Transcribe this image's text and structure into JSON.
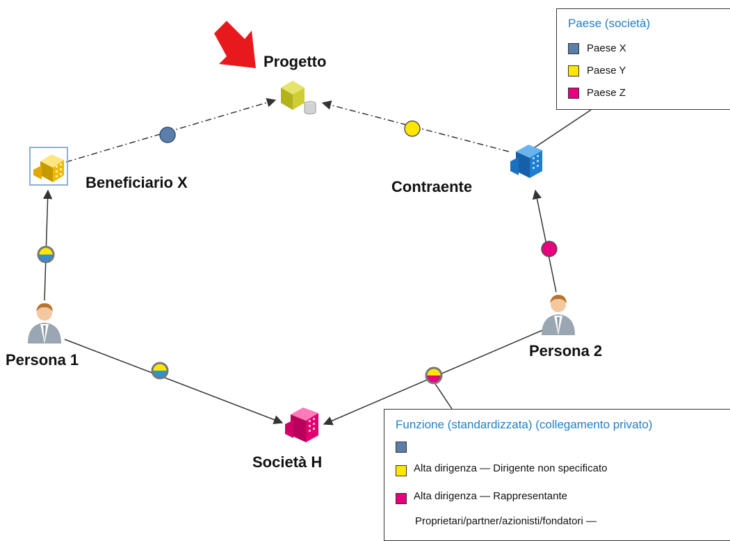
{
  "colors": {
    "blue": "#5b7faa",
    "yellow": "#ffe600",
    "magenta": "#e6007e",
    "legend_title": "#1f7fc6",
    "arrow": "#333333",
    "red_marker": "#e8191c"
  },
  "nodes": {
    "progetto": {
      "label": "Progetto",
      "icon": "project-cube-icon"
    },
    "beneficiario": {
      "label": "Beneficiario X",
      "icon": "company-building-icon"
    },
    "contraente": {
      "label": "Contraente",
      "icon": "company-building-icon"
    },
    "persona1": {
      "label": "Persona 1",
      "icon": "person-icon"
    },
    "persona2": {
      "label": "Persona 2",
      "icon": "person-icon"
    },
    "societa_h": {
      "label": "Società H",
      "icon": "company-building-icon"
    }
  },
  "links": [
    {
      "from": "Beneficiario X",
      "to": "Progetto",
      "style": "dash-dot",
      "marker": "blue"
    },
    {
      "from": "Contraente",
      "to": "Progetto",
      "style": "dash-dot",
      "marker": "yellow"
    },
    {
      "from": "Persona 1",
      "to": "Beneficiario X",
      "style": "solid",
      "marker": "yellow-blue"
    },
    {
      "from": "Persona 2",
      "to": "Contraente",
      "style": "solid",
      "marker": "magenta"
    },
    {
      "from": "Persona 1",
      "to": "Società H",
      "style": "solid",
      "marker": "yellow-blue"
    },
    {
      "from": "Persona 2",
      "to": "Società H",
      "style": "solid",
      "marker": "magenta-yellow"
    }
  ],
  "legend_country": {
    "title": "Paese (società)",
    "items": [
      {
        "label": "Paese X",
        "color": "#5b7faa"
      },
      {
        "label": "Paese Y",
        "color": "#ffe600"
      },
      {
        "label": "Paese Z",
        "color": "#e6007e"
      }
    ]
  },
  "legend_function": {
    "title": "Funzione (standardizzata) (collegamento privato)",
    "items": [
      {
        "label": "",
        "color": "#5b7faa"
      },
      {
        "label": "Alta dirigenza — Dirigente non specificato",
        "color": "#ffe600"
      },
      {
        "label": "Alta dirigenza — Rappresentante",
        "color": "#e6007e"
      },
      {
        "label": "Proprietari/partner/azionisti/fondatori —",
        "color": ""
      }
    ]
  }
}
